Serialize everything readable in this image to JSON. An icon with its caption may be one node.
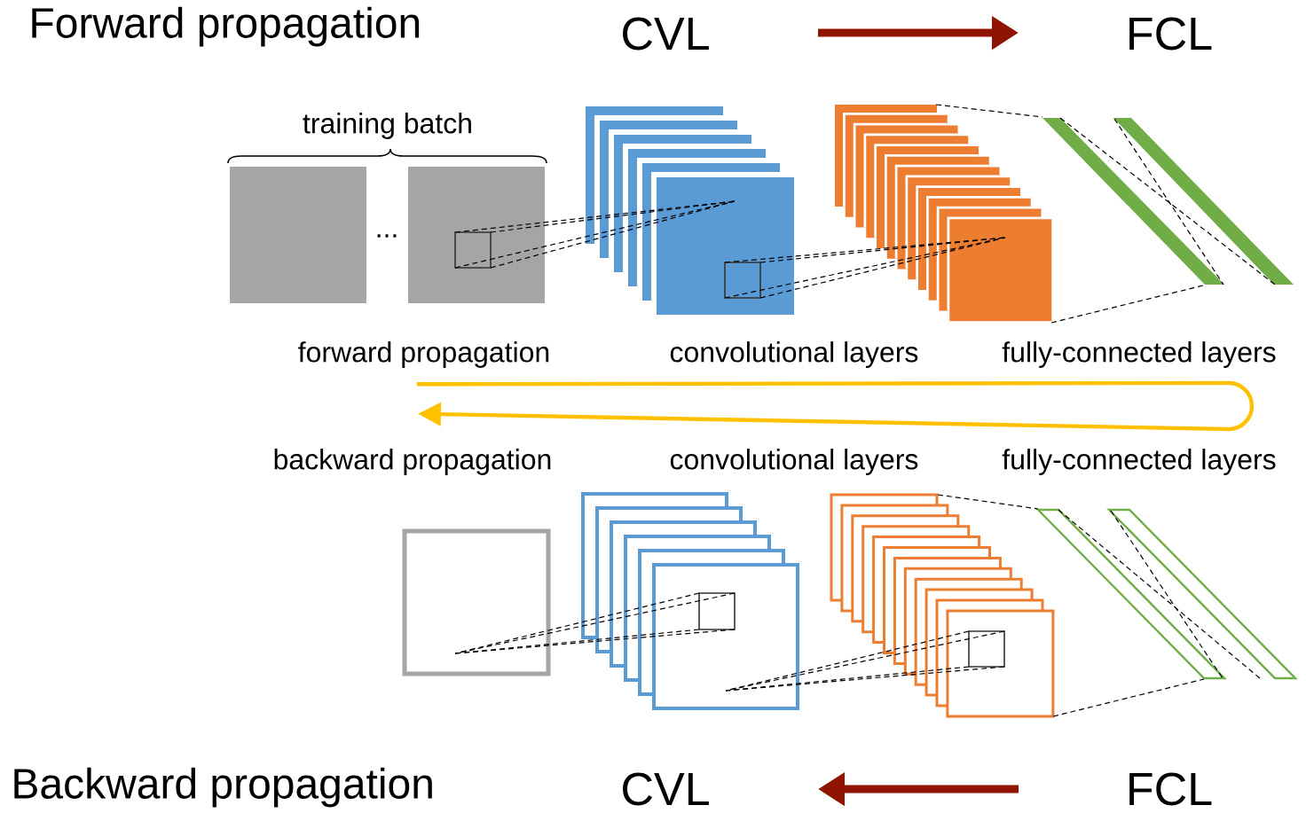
{
  "diagram": {
    "nodes": [
      {
        "text": [
          "forward propagation"
        ]
      },
      {
        "text": [
          "backward propagation"
        ]
      }
    ],
    "edges": [
      {
        "from": 0,
        "to": 1,
        "arrow": "to",
        "color": "#ffc000"
      }
    ],
    "labels": [
      "Forward propagation",
      "CVL",
      "FCL",
      "training batch",
      "...",
      "convolutional layers",
      "fully-connected layers",
      "convolutional layers",
      "fully-connected layers",
      "Backward propagation",
      "CVL",
      "FCL"
    ]
  }
}
